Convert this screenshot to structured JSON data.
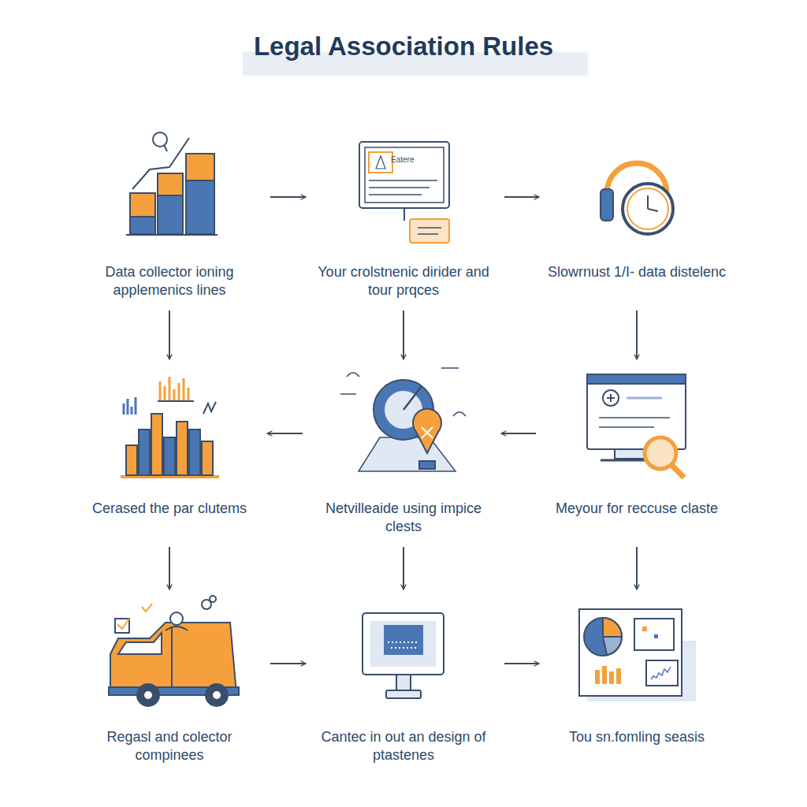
{
  "diagram": {
    "title": "Legal Association Rules",
    "nodes": [
      {
        "text": [
          "Data collector ioning applemenics lines"
        ]
      },
      {
        "text": [
          "Your crolstnenic dirider and tour prqces"
        ]
      },
      {
        "text": [
          "Slowrnust 1/I- data distelenc"
        ]
      },
      {
        "text": [
          "Cerased the par clutems"
        ]
      },
      {
        "text": [
          "Netvilleaide using impice clests"
        ]
      },
      {
        "text": [
          "Meyour for reccuse claste"
        ]
      },
      {
        "text": [
          "Regasl and colector compinees"
        ]
      },
      {
        "text": [
          "Cantec in out an design of ptastenes"
        ]
      },
      {
        "text": [
          "Tou sn.fomling seasis"
        ]
      }
    ],
    "edges": [
      {
        "from": 0,
        "to": 1,
        "arrow": "to"
      },
      {
        "from": 1,
        "to": 2,
        "arrow": "to"
      },
      {
        "from": 0,
        "to": 3,
        "arrow": "to"
      },
      {
        "from": 1,
        "to": 4,
        "arrow": "to"
      },
      {
        "from": 2,
        "to": 5,
        "arrow": "to"
      },
      {
        "from": 4,
        "to": 3,
        "arrow": "to"
      },
      {
        "from": 5,
        "to": 4,
        "arrow": "to"
      },
      {
        "from": 3,
        "to": 6,
        "arrow": "to"
      },
      {
        "from": 4,
        "to": 7,
        "arrow": "to"
      },
      {
        "from": 5,
        "to": 8,
        "arrow": "to"
      },
      {
        "from": 6,
        "to": 7,
        "arrow": "to"
      },
      {
        "from": 7,
        "to": 8,
        "arrow": "to"
      }
    ],
    "labels": [
      "Eatere"
    ]
  }
}
